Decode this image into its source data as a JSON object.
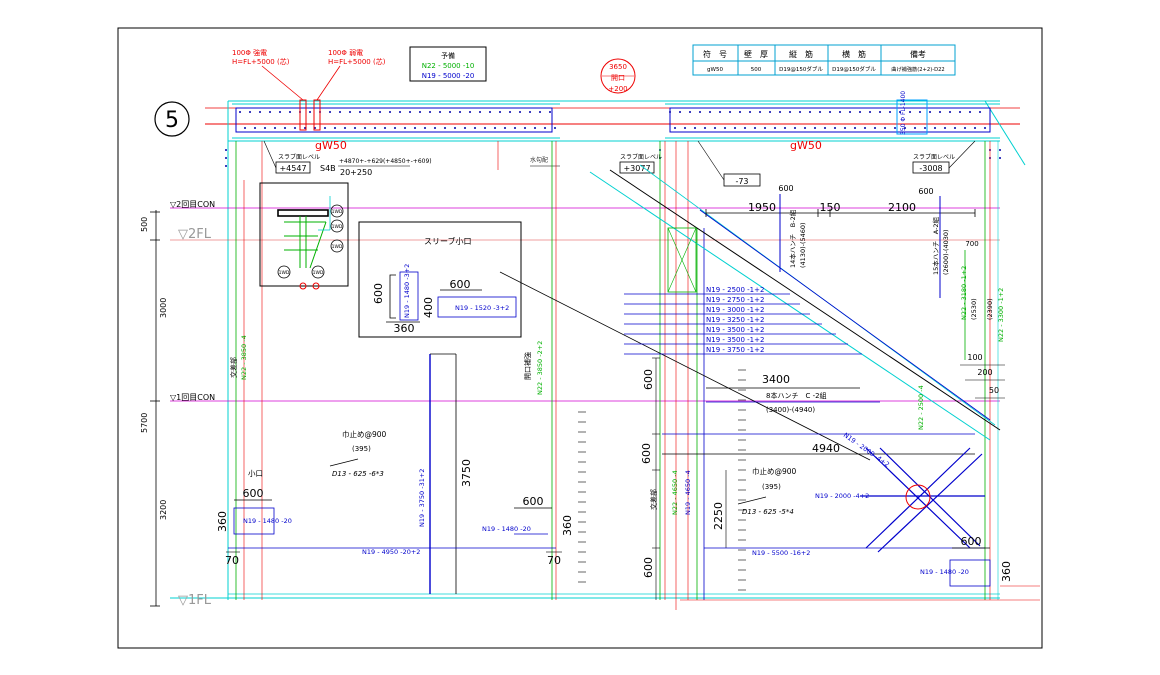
{
  "sheet": {
    "grid_label": "5",
    "wall_label_left": "gW50",
    "wall_label_right": "gW50",
    "water_slope": "水勾配"
  },
  "table": {
    "headers": [
      "符　号",
      "壁　厚",
      "縦　筋",
      "横　筋",
      "備考"
    ],
    "row": [
      "gW50",
      "500",
      "D19@150ダブル",
      "D19@150ダブル",
      "曲げ補強筋(2+2)-D22"
    ]
  },
  "callouts": {
    "power_strong_1": "100Φ 強電",
    "power_strong_2": "H=FL+5000 (芯)",
    "power_weak_1": "100Φ 弱電",
    "power_weak_2": "H=FL+5000 (芯)",
    "spare_title": "予備",
    "spare_line1": "N22 - 5000 -10",
    "spare_line2": "N19 - 5000 -20",
    "opening_top": "3650",
    "opening_mid": "開口",
    "opening_bottom": "+200"
  },
  "levels": {
    "slab_left": "スラブ面レベル",
    "slab_left_val": "+4547",
    "s4b": "S4B",
    "s4b_calc": "+4870+-+629(+4850+-+609)",
    "s4b_sum": "20+250",
    "slab_mid": "スラブ面レベル",
    "slab_mid_val": "+3077",
    "mid_val": "-73",
    "slab_right": "スラブ面レベル",
    "slab_right_val": "-3008",
    "con2": "▽2回目CON",
    "fl2": "▽2FL",
    "con1": "▽1回目CON",
    "fl1": "▽1FL",
    "sleeve_v": "350 Φ FL-1400"
  },
  "dims": {
    "d500": "500",
    "d3000": "3000",
    "d5700": "5700",
    "d3200": "3200",
    "d1950": "1950",
    "d150": "150",
    "d2100": "2100",
    "d600a": "600",
    "d600b": "600",
    "d700": "700",
    "d100": "100",
    "d200": "200",
    "d50": "50",
    "d3400": "3400",
    "d4940": "4940",
    "d2250": "2250",
    "d600c": "600",
    "d600d": "600",
    "d600e": "600",
    "d600f": "600",
    "d3750": "3750",
    "d360a": "360",
    "d360b": "360",
    "d360c": "360",
    "d70a": "70",
    "d70b": "70",
    "d600g": "600",
    "d600h": "600",
    "d600i": "600"
  },
  "sleeve_detail": {
    "title": "スリーブ小口",
    "vert": "N19 - 1480 -3+2",
    "horiz": "N19 - 1520 -3+2",
    "w600": "600",
    "h600": "600",
    "h400": "400",
    "w360": "360"
  },
  "rebar": {
    "r2500": "N19 - 2500 -1+2",
    "r2750": "N19 - 2750 -1+2",
    "r3000": "N19 - 3000 -1+2",
    "r3250": "N19 - 3250 -1+2",
    "r3500": "N19 - 3500 -1+2",
    "r3500b": "N19 - 3500 -1+2",
    "r3750": "N19 - 3750 -1+2",
    "n22_left": "N22 - 3850 -4",
    "n22_mid": "N22 - 3850 -2+2",
    "n19_vert": "N19 - 3750 -31+2",
    "n19_4950": "N19 - 4950 -20+2",
    "n19_1480a": "N19 - 1480 -20",
    "n19_1480b": "N19 - 1480 -20",
    "n19_1480c": "N19 - 1480 -20",
    "n22_4650": "N22 - 4650 -4",
    "n19_4650": "N19 - 4650 -4",
    "n19_2000a": "N19 - 2000 -4+2",
    "n19_2000b": "N19 - 2000 -4+2",
    "n19_5500": "N19 - 5500 -16+2",
    "n22_2500": "N22 - 2500 -4",
    "n22_3180": "N22 - 3180 -1+2",
    "n22_3300": "N22 - 3300 -1+2",
    "hanch14": "14本ハンチ　B-2組",
    "hanch14_val": "(4130)-(5460)",
    "hanch15": "15本ハンチ　A-2組",
    "hanch15_val": "(2600)-(4030)",
    "hanch8": "8本ハンチ　C -2組",
    "hanch8_val": "(3400)-(4940)",
    "r2530": "(2530)",
    "r2390": "(2390)"
  },
  "labels": {
    "stop1": "巾止め@900",
    "stop1_val": "(395)",
    "stop1_d13": "D13 - 625 -6*3",
    "stop2": "巾止め@900",
    "stop2_val": "(395)",
    "stop2_d13": "D13 - 625 -5*4",
    "small_opening": "小口",
    "cross1": "交差部",
    "cross2": "交差部",
    "opening_reinf": "開口補強",
    "bolt": "1WD"
  }
}
